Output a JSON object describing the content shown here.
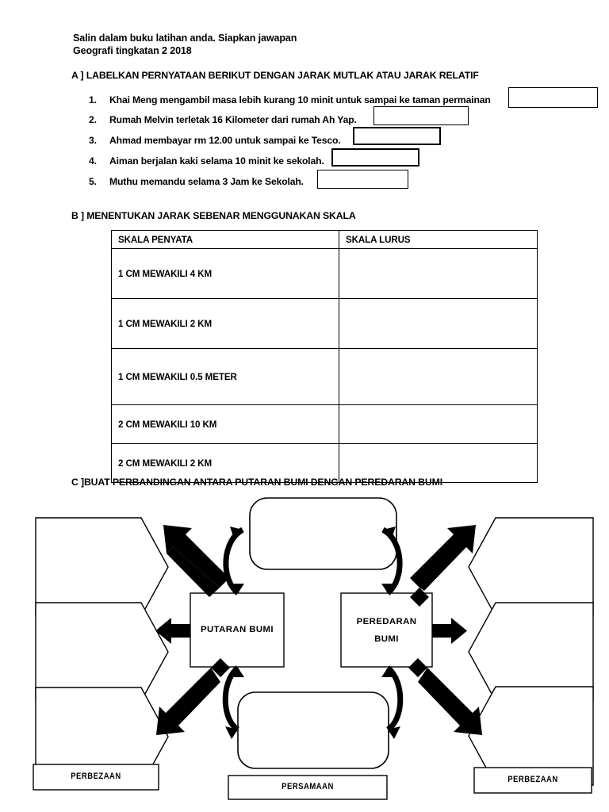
{
  "header": {
    "line1": "Salin dalam buku latihan anda. Siapkan jawapan",
    "line2": "Geografi tingkatan 2 2018"
  },
  "section_a": {
    "title": "A ] LABELKAN PERNYATAAN BERIKUT DENGAN JARAK MUTLAK ATAU JARAK RELATIF",
    "items": [
      {
        "number": "1.",
        "text": "Khai Meng mengambil masa lebih kurang 10 minit untuk sampai ke taman permainan",
        "answer": ""
      },
      {
        "number": "2.",
        "text": "Rumah Melvin terletak 16 Kilometer dari rumah Ah Yap.",
        "answer": ""
      },
      {
        "number": "3.",
        "text": "Ahmad membayar rm 12.00 untuk sampai ke Tesco.",
        "answer": ""
      },
      {
        "number": "4.",
        "text": "Aiman berjalan kaki selama 10 minit ke sekolah.",
        "answer": ""
      },
      {
        "number": "5.",
        "text": "Muthu memandu selama 3 Jam ke Sekolah.",
        "answer": ""
      }
    ]
  },
  "section_b": {
    "title": "B ] MENENTUKAN JARAK SEBENAR MENGGUNAKAN SKALA",
    "columns": [
      "SKALA PENYATA",
      "SKALA LURUS"
    ],
    "rows": [
      {
        "skala_penyata": "1 CM MEWAKILI 4 KM",
        "skala_lurus": ""
      },
      {
        "skala_penyata": "1 CM MEWAKILI 2 KM",
        "skala_lurus": ""
      },
      {
        "skala_penyata": "1 CM MEWAKILI 0.5 METER",
        "skala_lurus": ""
      },
      {
        "skala_penyata": "2 CM MEWAKILI 10 KM",
        "skala_lurus": ""
      },
      {
        "skala_penyata": "2 CM MEWAKILI 2 KM",
        "skala_lurus": ""
      }
    ]
  },
  "section_c": {
    "title": "C ]BUAT PERBANDINGAN ANTARA PUTARAN BUMI DENGAN PEREDARAN BUMI",
    "center_left": "PUTARAN BUMI",
    "center_right_line1": "PEREDARAN",
    "center_right_line2": "BUMI",
    "top_box": "",
    "bottom_box": "",
    "left_boxes": [
      "",
      "",
      ""
    ],
    "right_boxes": [
      "",
      "",
      ""
    ],
    "bottom_labels": {
      "left": "PERBEZAAN",
      "center": "PERSAMAAN",
      "right": "PERBEZAAN"
    }
  },
  "colors": {
    "ink": "#000000",
    "paper": "#ffffff"
  }
}
